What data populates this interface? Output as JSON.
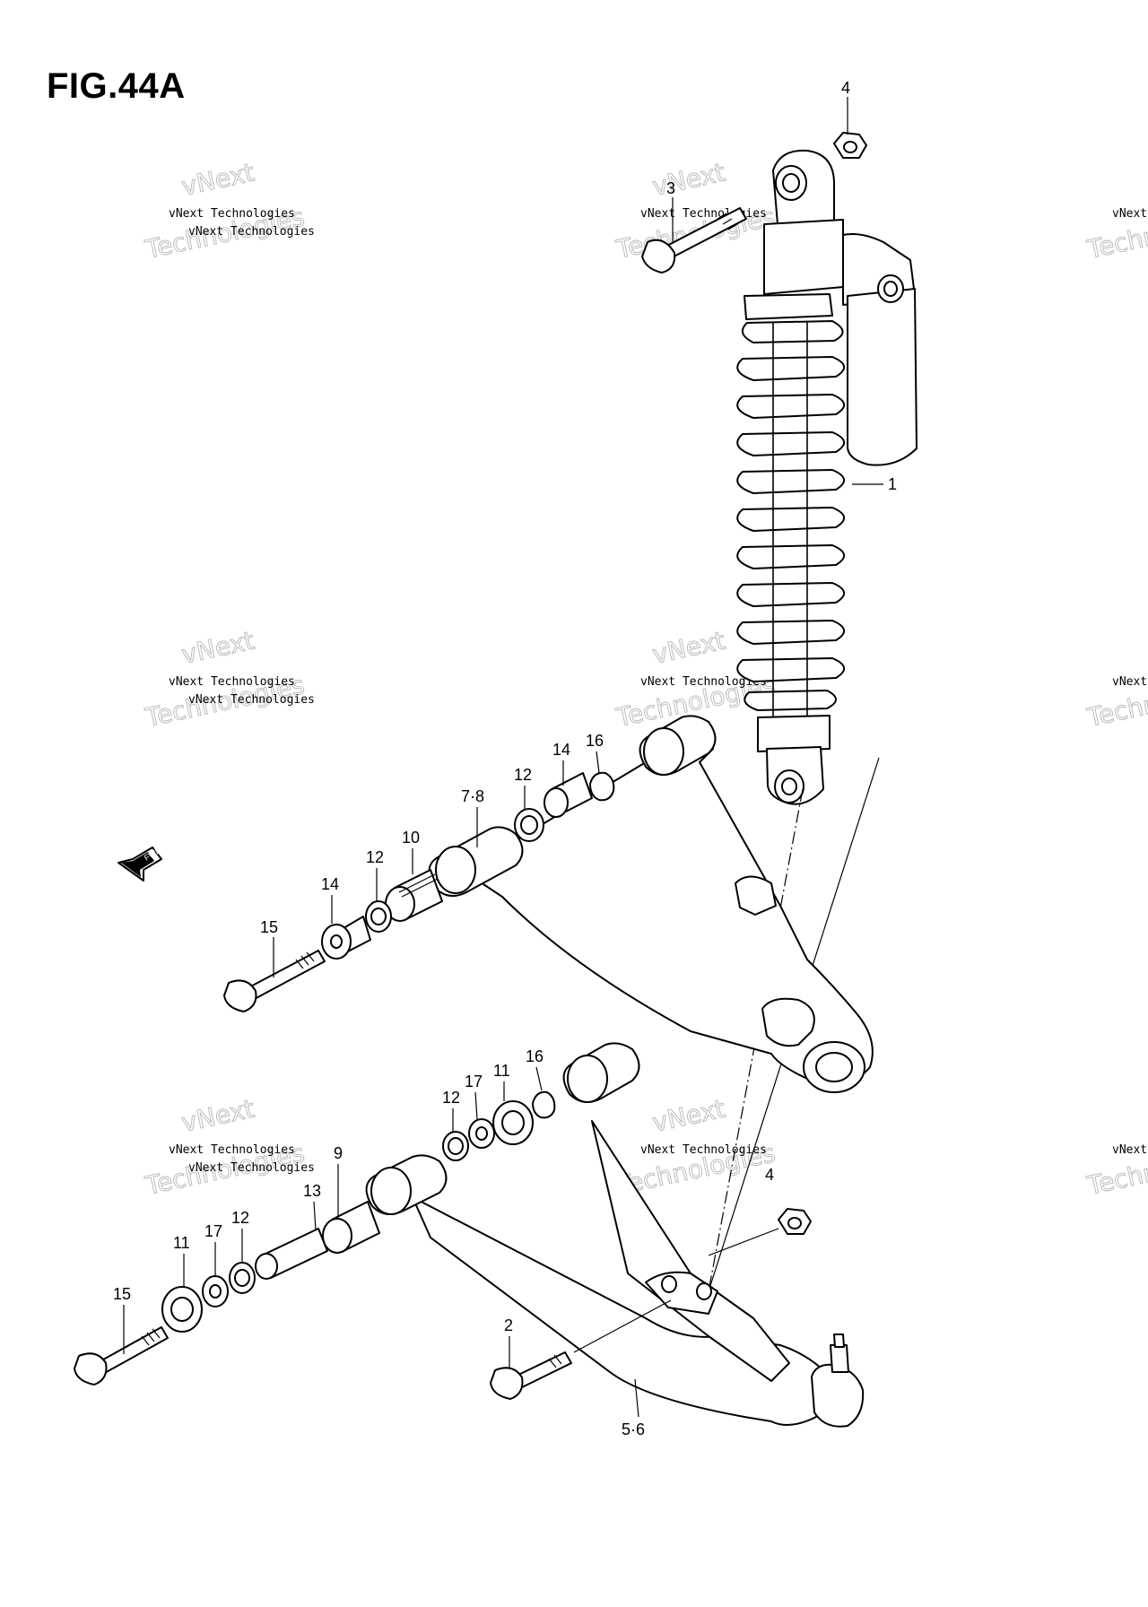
{
  "figure": {
    "title": "FIG.44A"
  },
  "watermark": {
    "company": "vNext Technologies",
    "outline_word_top": "vNext",
    "outline_word_bottom": "Technologies"
  },
  "fwd_label": "FWD",
  "callouts": [
    {
      "id": "c4-top",
      "label": "4"
    },
    {
      "id": "c3",
      "label": "3"
    },
    {
      "id": "c1",
      "label": "1"
    },
    {
      "id": "c16-upper",
      "label": "16"
    },
    {
      "id": "c14-upper",
      "label": "14"
    },
    {
      "id": "c12-upper",
      "label": "12"
    },
    {
      "id": "c7-8",
      "label": "7·8"
    },
    {
      "id": "c10",
      "label": "10"
    },
    {
      "id": "c12-mid",
      "label": "12"
    },
    {
      "id": "c14-mid",
      "label": "14"
    },
    {
      "id": "c15-upper",
      "label": "15"
    },
    {
      "id": "c16-lower",
      "label": "16"
    },
    {
      "id": "c11-lower",
      "label": "11"
    },
    {
      "id": "c17-lower",
      "label": "17"
    },
    {
      "id": "c12-lower",
      "label": "12"
    },
    {
      "id": "c9",
      "label": "9"
    },
    {
      "id": "c4-lower",
      "label": "4"
    },
    {
      "id": "c13",
      "label": "13"
    },
    {
      "id": "c12-bottom",
      "label": "12"
    },
    {
      "id": "c17-bottom",
      "label": "17"
    },
    {
      "id": "c11-bottom",
      "label": "11"
    },
    {
      "id": "c15-lower",
      "label": "15"
    },
    {
      "id": "c2",
      "label": "2"
    },
    {
      "id": "c5-6",
      "label": "5·6"
    }
  ]
}
